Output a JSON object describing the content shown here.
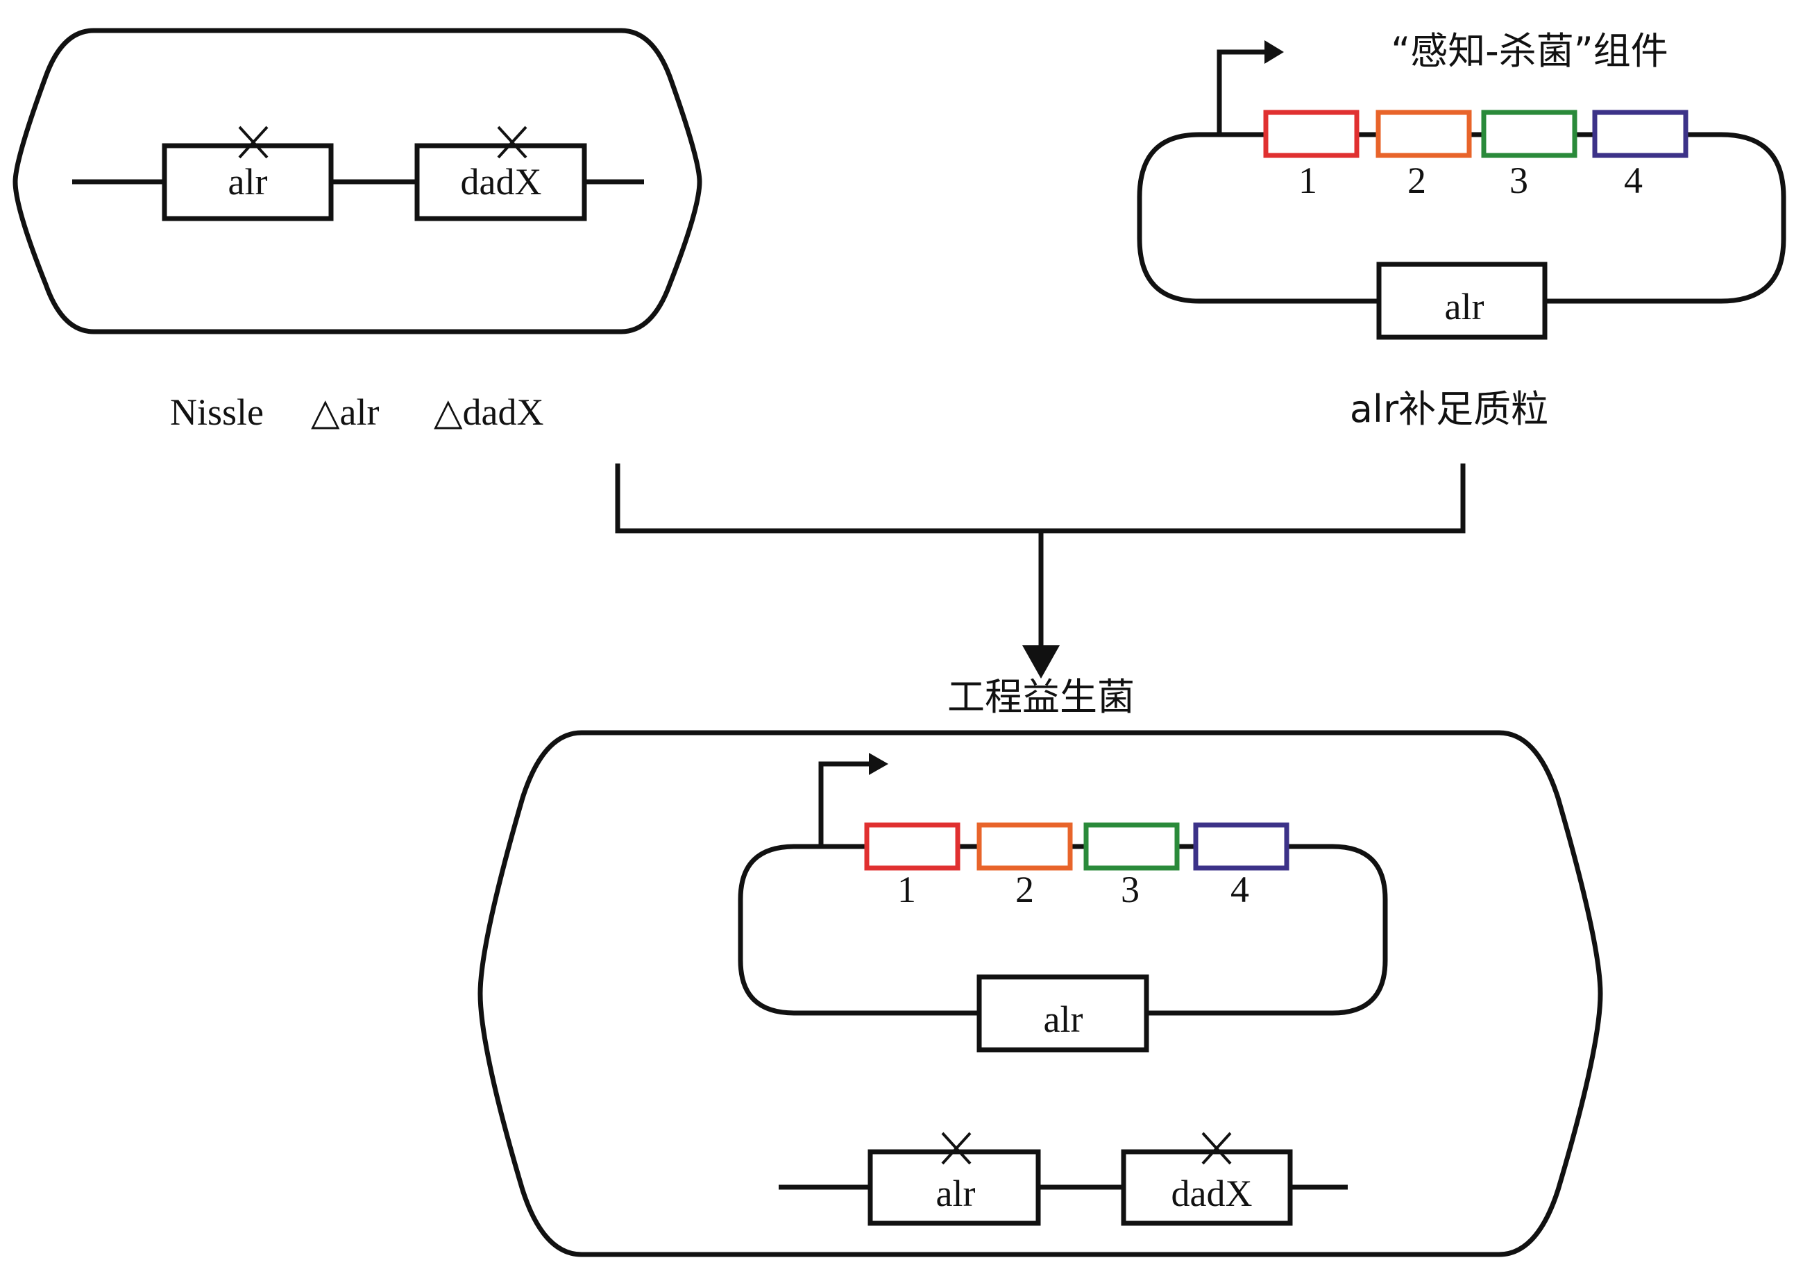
{
  "strain": {
    "label_name": "Nissle",
    "label_del1": "△alr",
    "label_del2": "△dadX",
    "genes": [
      "alr",
      "dadX"
    ]
  },
  "plasmid": {
    "title": "“感知-杀菌”组件",
    "label": "alr补足质粒",
    "marker_gene": "alr",
    "modules": [
      {
        "number": "1",
        "color": "#e03030"
      },
      {
        "number": "2",
        "color": "#e8642a"
      },
      {
        "number": "3",
        "color": "#2a8a3a"
      },
      {
        "number": "4",
        "color": "#3c3288"
      }
    ]
  },
  "engineered": {
    "title": "工程益生菌",
    "plasmid_marker_gene": "alr",
    "chromosome_genes": [
      "alr",
      "dadX"
    ],
    "modules": [
      {
        "number": "1",
        "color": "#e03030"
      },
      {
        "number": "2",
        "color": "#e8642a"
      },
      {
        "number": "3",
        "color": "#2a8a3a"
      },
      {
        "number": "4",
        "color": "#3c3288"
      }
    ]
  }
}
